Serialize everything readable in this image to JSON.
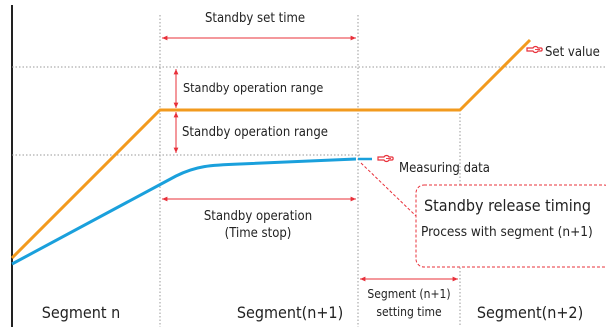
{
  "labels": {
    "standby_set_time": "Standby set time",
    "set_value": "Set value",
    "standby_operation_range_upper": "Standby operation range",
    "standby_operation_range_lower": "Standby operation range",
    "measuring_data": "Measuring data",
    "standby_release_title": "Standby release timing",
    "standby_release_sub": "Process with segment (n+1)",
    "standby_operation": "Standby operation",
    "time_stop": "(Time stop)",
    "segment_setting_time_line1": "Segment (n+1)",
    "segment_setting_time_line2": "setting time",
    "segment_n": "Segment n",
    "segment_n1": "Segment(n+1)",
    "segment_n2": "Segment(n+2)"
  },
  "colors": {
    "set_value_line": "#F29A1E",
    "measuring_line": "#1AA0DC",
    "dimension": "#E8303A",
    "release_box_border": "#E8303A",
    "pointer_icon": "#E8303A",
    "axis": "#222222",
    "guide": "#9a9a9a"
  },
  "icons": {
    "set_value_pointer": "pointing-hand-icon",
    "measuring_pointer": "pointing-hand-icon"
  }
}
